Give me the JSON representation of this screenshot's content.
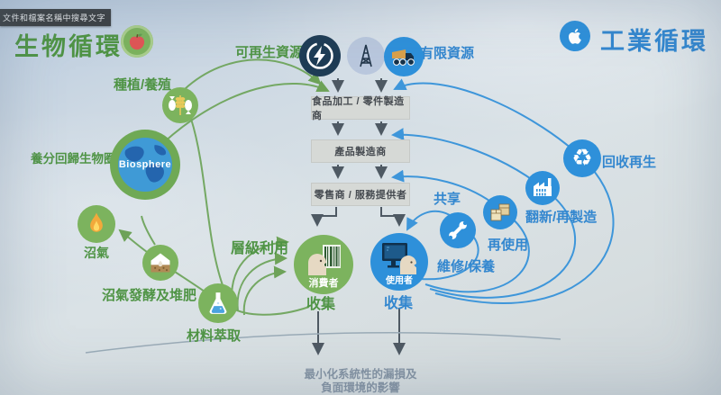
{
  "overlay": {
    "tooltip": "文件和檔案名稱中搜尋文字"
  },
  "titles": {
    "bio": "生物循環",
    "industrial": "工業循環"
  },
  "resources": {
    "renewable": "可再生資源",
    "finite": "有限資源"
  },
  "flow": {
    "box1": "食品加工 / 零件製造商",
    "box2": "產品製造商",
    "box3": "零售商 / 服務提供者"
  },
  "bio": {
    "farming": "種植/養殖",
    "nutrients": "養分回歸生物圈",
    "biosphere": "Biosphere",
    "biogas": "沼氣",
    "digestion": "沼氣發酵及堆肥",
    "extraction": "材料萃取",
    "cascade": "層級利用",
    "consumer": "消費者",
    "collection": "收集"
  },
  "industrial": {
    "share": "共享",
    "maintain": "維修/保養",
    "reuse": "再使用",
    "refurbish": "翻新/再製造",
    "recycle": "回收再生",
    "user": "使用者",
    "collection": "收集"
  },
  "bottom": {
    "line1": "最小化系統性的漏損及",
    "line2": "負面環境的影響"
  },
  "icons": {
    "recycle_glyph": "♻"
  },
  "colors": {
    "bio_green": "#4f9445",
    "bio_fill": "#7cb35e",
    "industrial_blue": "#3387cf",
    "industrial_fill": "#2e90da",
    "box_gray": "#d6d9d6",
    "arrow_dark": "#4e5963"
  }
}
